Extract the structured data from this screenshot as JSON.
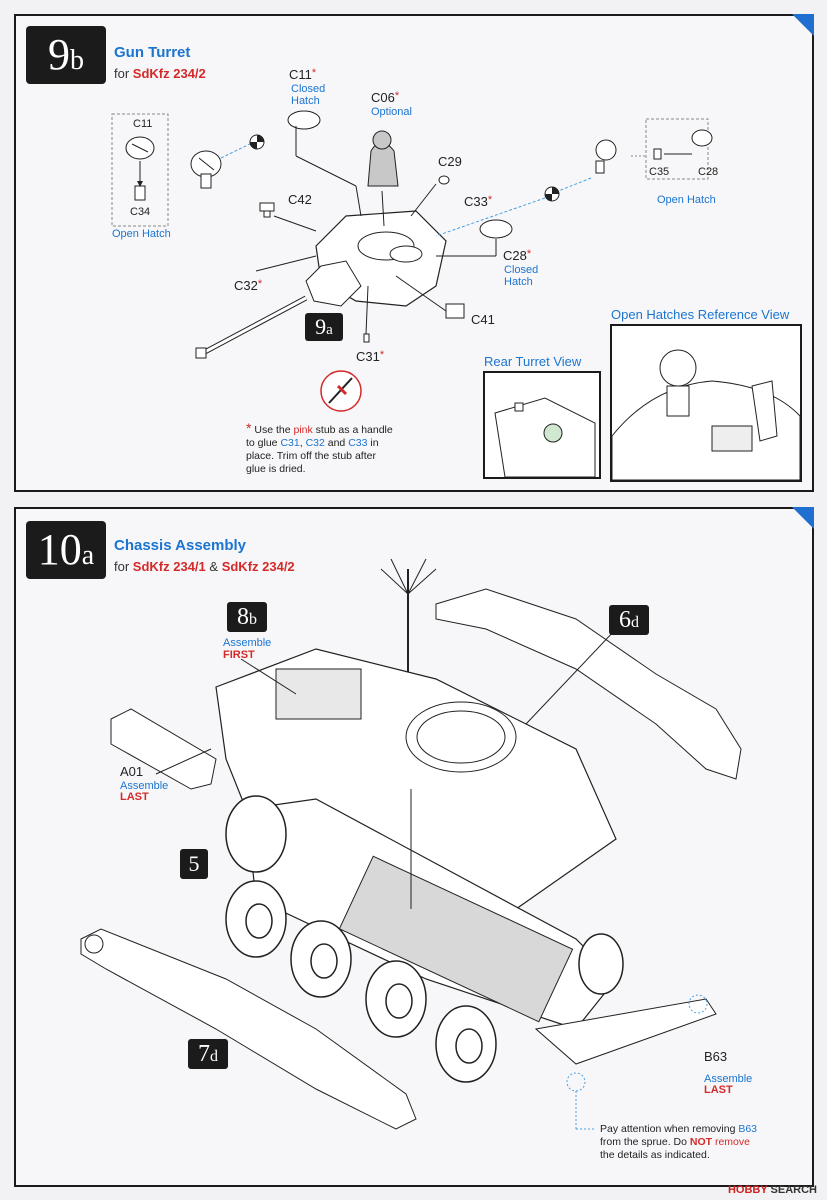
{
  "step9b": {
    "num_main": "9",
    "num_sub": "b",
    "title": "Gun Turret",
    "sub_prefix": "for ",
    "sub_vehicle": "SdKfz 234/2",
    "parts": {
      "c11": "C11",
      "c11_note1": "Closed",
      "c11_note2": "Hatch",
      "c06": "C06",
      "c06_note": "Optional",
      "c29": "C29",
      "c33": "C33",
      "c42": "C42",
      "c32": "C32",
      "c28": "C28",
      "c28_note1": "Closed",
      "c28_note2": "Hatch",
      "c41": "C41",
      "c31": "C31",
      "box_left_c11": "C11",
      "box_left_c34": "C34",
      "box_left_label": "Open Hatch",
      "box_right_c35": "C35",
      "box_right_c28": "C28",
      "box_right_label": "Open Hatch"
    },
    "ref_9a": "9",
    "ref_9a_sub": "a",
    "star": "*",
    "note_l1a": "Use the ",
    "note_l1b": "pink",
    "note_l1c": " stub as a handle",
    "note_l2a": "to glue ",
    "note_l2b": "C31",
    "note_l2c": ", ",
    "note_l2d": "C32",
    "note_l2e": " and ",
    "note_l2f": "C33",
    "note_l2g": " in",
    "note_l3": "place.  Trim off the stub after",
    "note_l4": "glue is dried.",
    "rear_view": "Rear Turret View",
    "open_ref_view": "Open Hatches Reference View"
  },
  "step10a": {
    "num_main": "10",
    "num_sub": "a",
    "title": "Chassis Assembly",
    "sub_prefix": "for ",
    "sub_v1": "SdKfz 234/1",
    "sub_and": " & ",
    "sub_v2": "SdKfz 234/2",
    "ref_8b": "8",
    "ref_8b_sub": "b",
    "assemble1": "Assemble",
    "first": "FIRST",
    "ref_6d": "6",
    "ref_6d_sub": "d",
    "a01": "A01",
    "assemble2": "Assemble",
    "last": "LAST",
    "ref_5": "5",
    "ref_7d": "7",
    "ref_7d_sub": "d",
    "b63": "B63",
    "assemble3": "Assemble",
    "last2": "LAST",
    "pay_l1": "Pay attention when removing ",
    "pay_l1b": "B63",
    "pay_l2a": "from the sprue.  Do ",
    "pay_l2b": "NOT",
    "pay_l2c": " remove",
    "pay_l3": "the details as indicated."
  },
  "watermark": {
    "brand": "HOBBY",
    "rest": "SEARCH"
  },
  "colors": {
    "accent_blue": "#1b75d0",
    "accent_red": "#d42a2a",
    "step_box": "#1b1b1b"
  }
}
